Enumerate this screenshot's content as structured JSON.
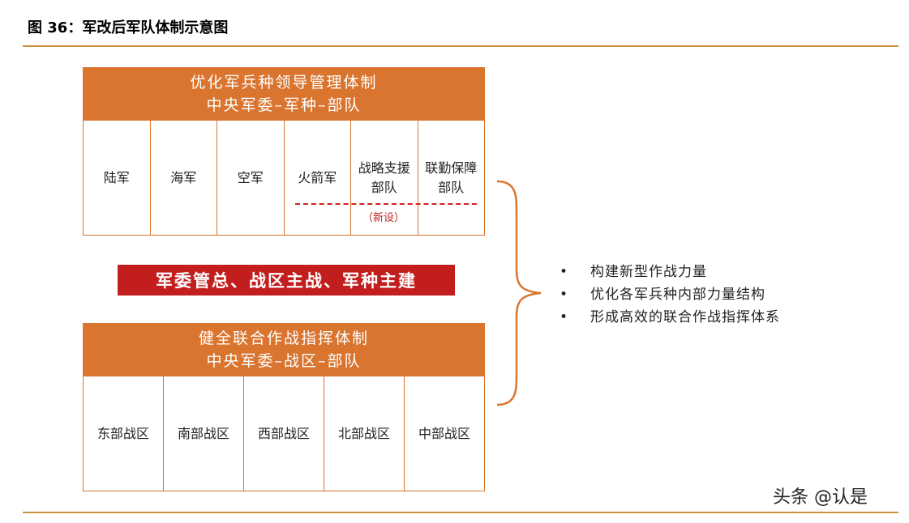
{
  "figure_title": "图 36：军改后军队体制示意图",
  "top_block": {
    "header_line1": "优化军兵种领导管理体制",
    "header_line2": "中央军委–军种–部队",
    "cells": [
      "陆军",
      "海军",
      "空军",
      "火箭军",
      "战略支援部队",
      "联勤保障部队"
    ],
    "new_tag": "（新设）"
  },
  "banner": "军委管总、战区主战、军种主建",
  "bottom_block": {
    "header_line1": "健全联合作战指挥体制",
    "header_line2": "中央军委–战区–部队",
    "cells": [
      "东部战区",
      "南部战区",
      "西部战区",
      "北部战区",
      "中部战区"
    ]
  },
  "bullets": [
    "构建新型作战力量",
    "优化各军兵种内部力量结构",
    "形成高效的联合作战指挥体系"
  ],
  "bullet_symbol": "•",
  "watermark": "头条 @认是",
  "colors": {
    "header_orange": "#d9752f",
    "banner_red": "#c31e1e",
    "rule_gold": "#c98f3e",
    "dash_red": "#d62020"
  }
}
